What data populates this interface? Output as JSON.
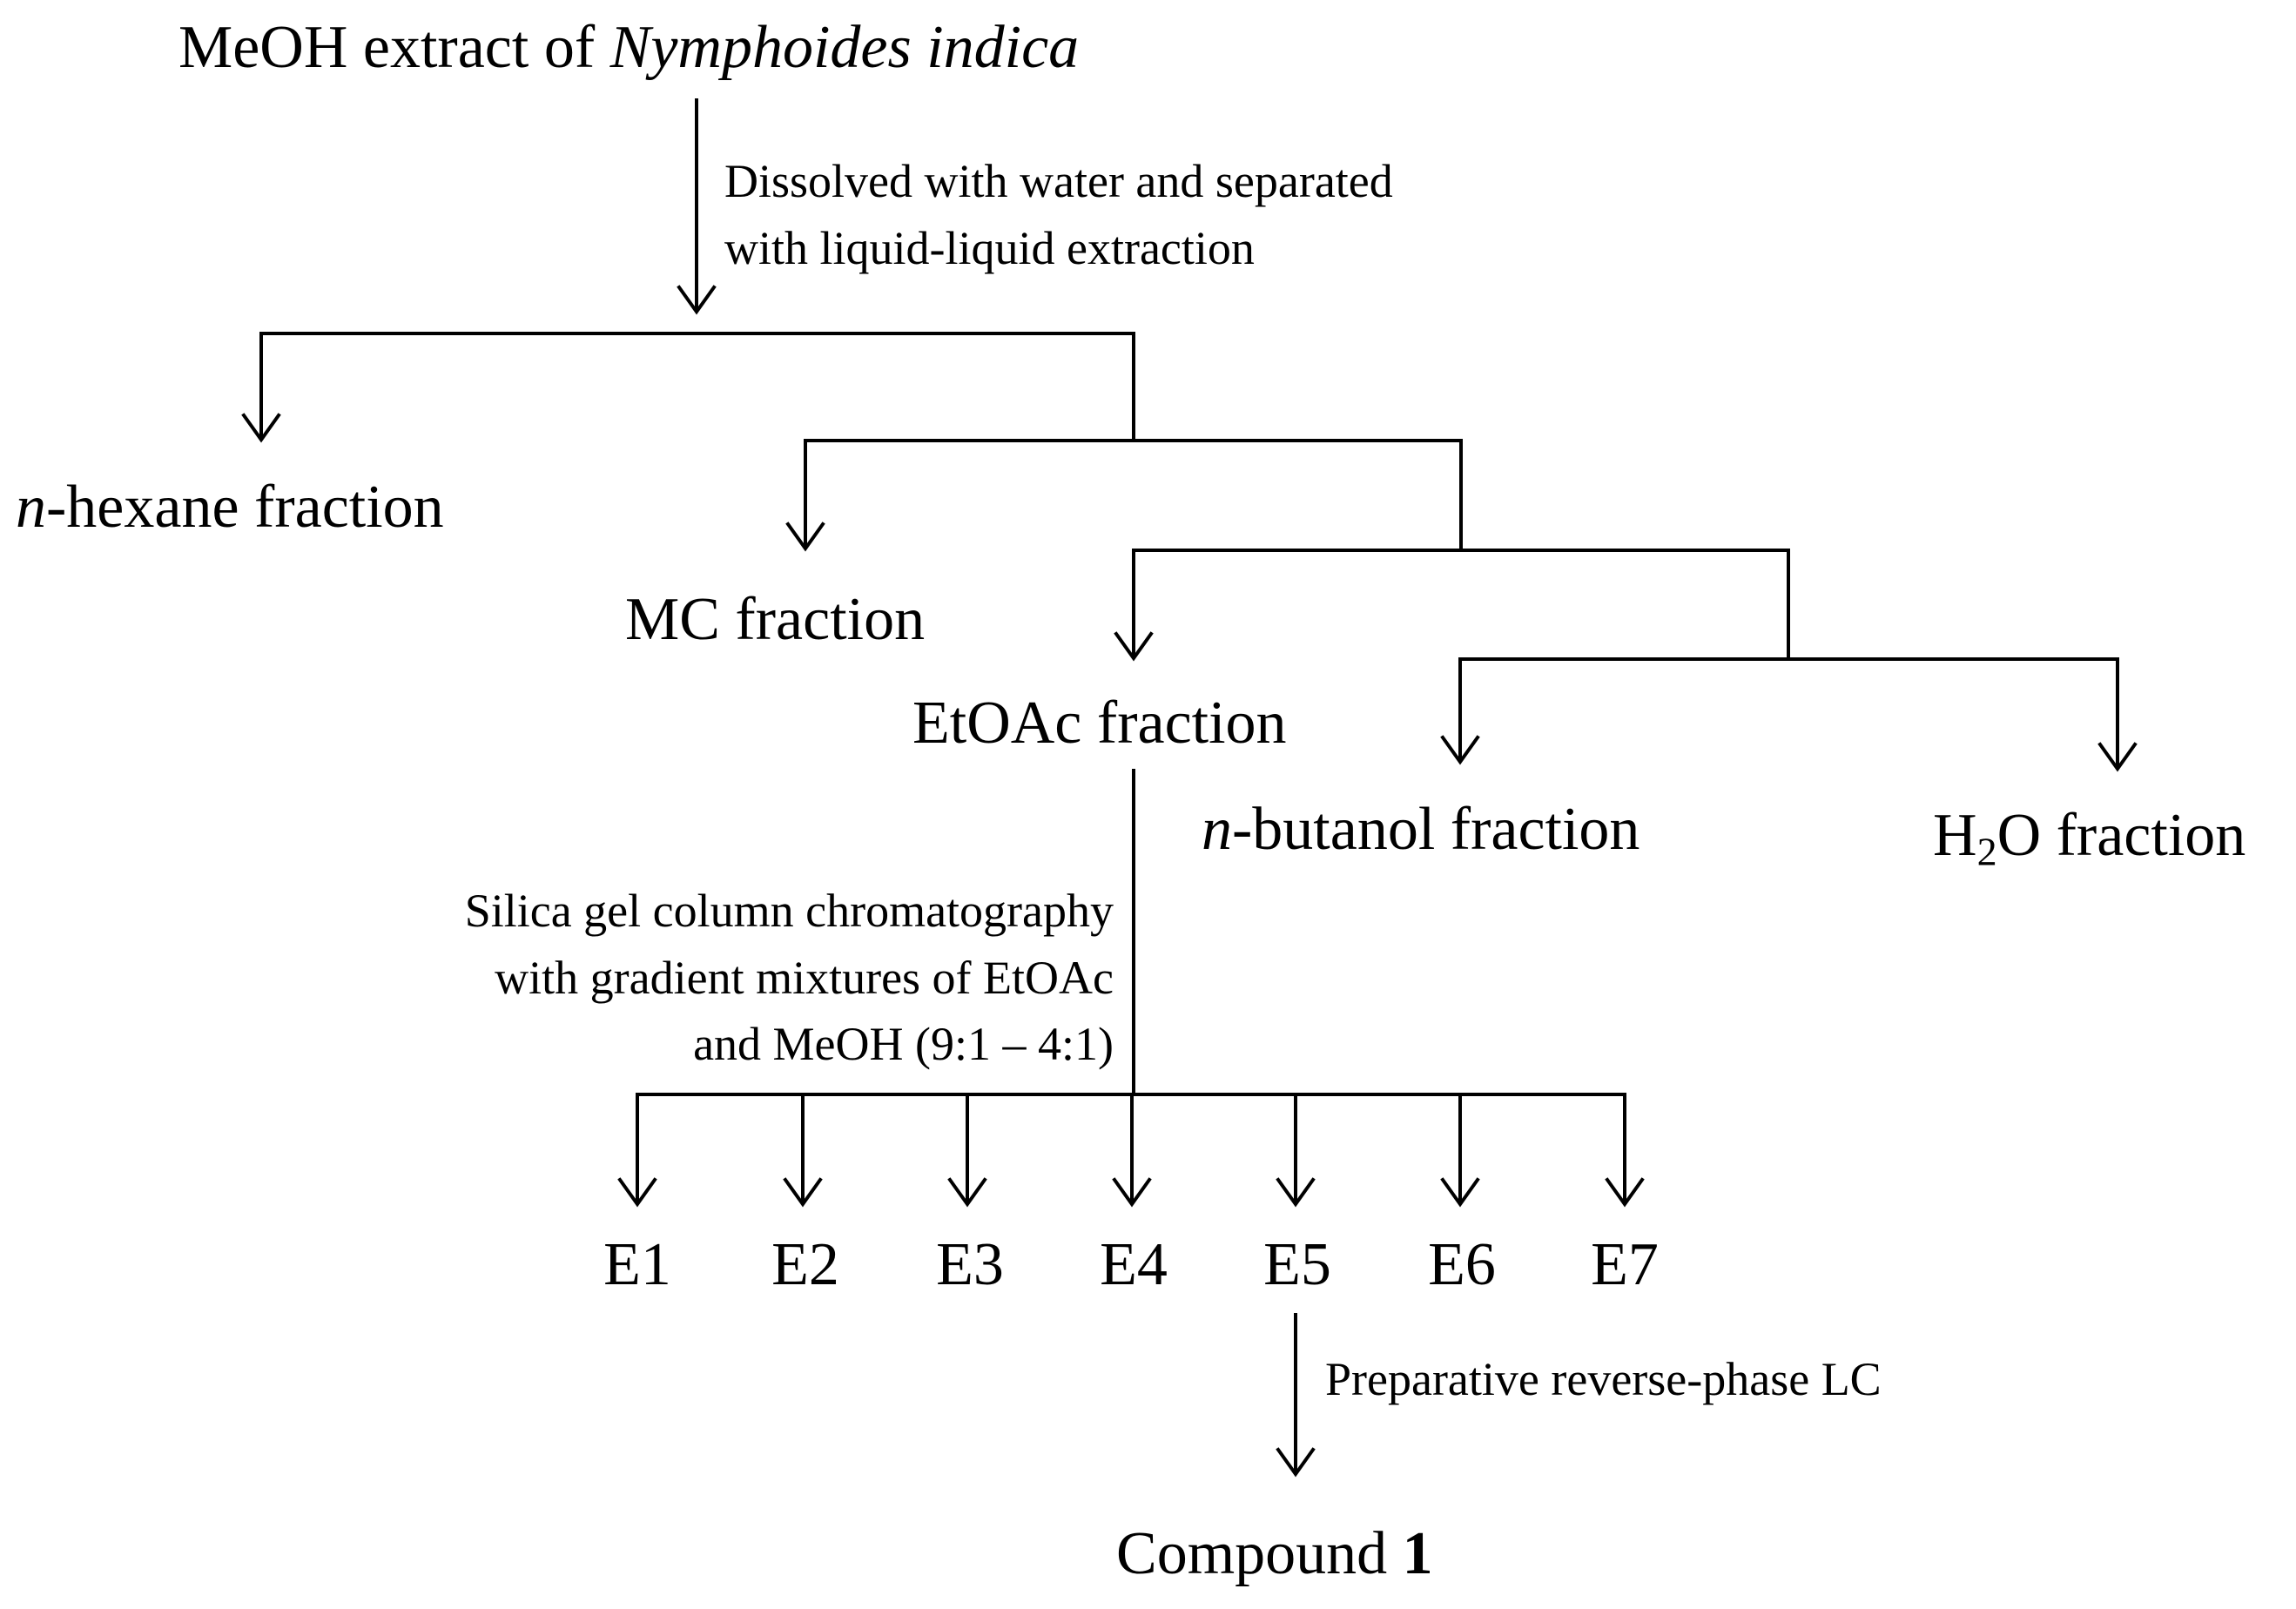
{
  "nodes": {
    "root": {
      "prefix": "MeOH extract of ",
      "italic": "Nymphoides indica"
    },
    "hexane": {
      "italic": "n",
      "rest": "-hexane fraction"
    },
    "mc": {
      "label": "MC fraction"
    },
    "etoac": {
      "label": "EtOAc fraction"
    },
    "butanol": {
      "italic": "n",
      "rest": "-butanol fraction"
    },
    "water": {
      "h": "H",
      "sub": "2",
      "rest": "O fraction"
    },
    "subfractions": [
      "E1",
      "E2",
      "E3",
      "E4",
      "E5",
      "E6",
      "E7"
    ],
    "compound": {
      "prefix": "Compound ",
      "bold": "1"
    }
  },
  "steps": {
    "partition": "Dissolved with water and separated\nwith liquid-liquid extraction",
    "column": "Silica gel column chromatography\nwith gradient mixtures of EtOAc\nand MeOH (9:1 – 4:1)",
    "prep_lc": "Preparative reverse-phase LC"
  }
}
